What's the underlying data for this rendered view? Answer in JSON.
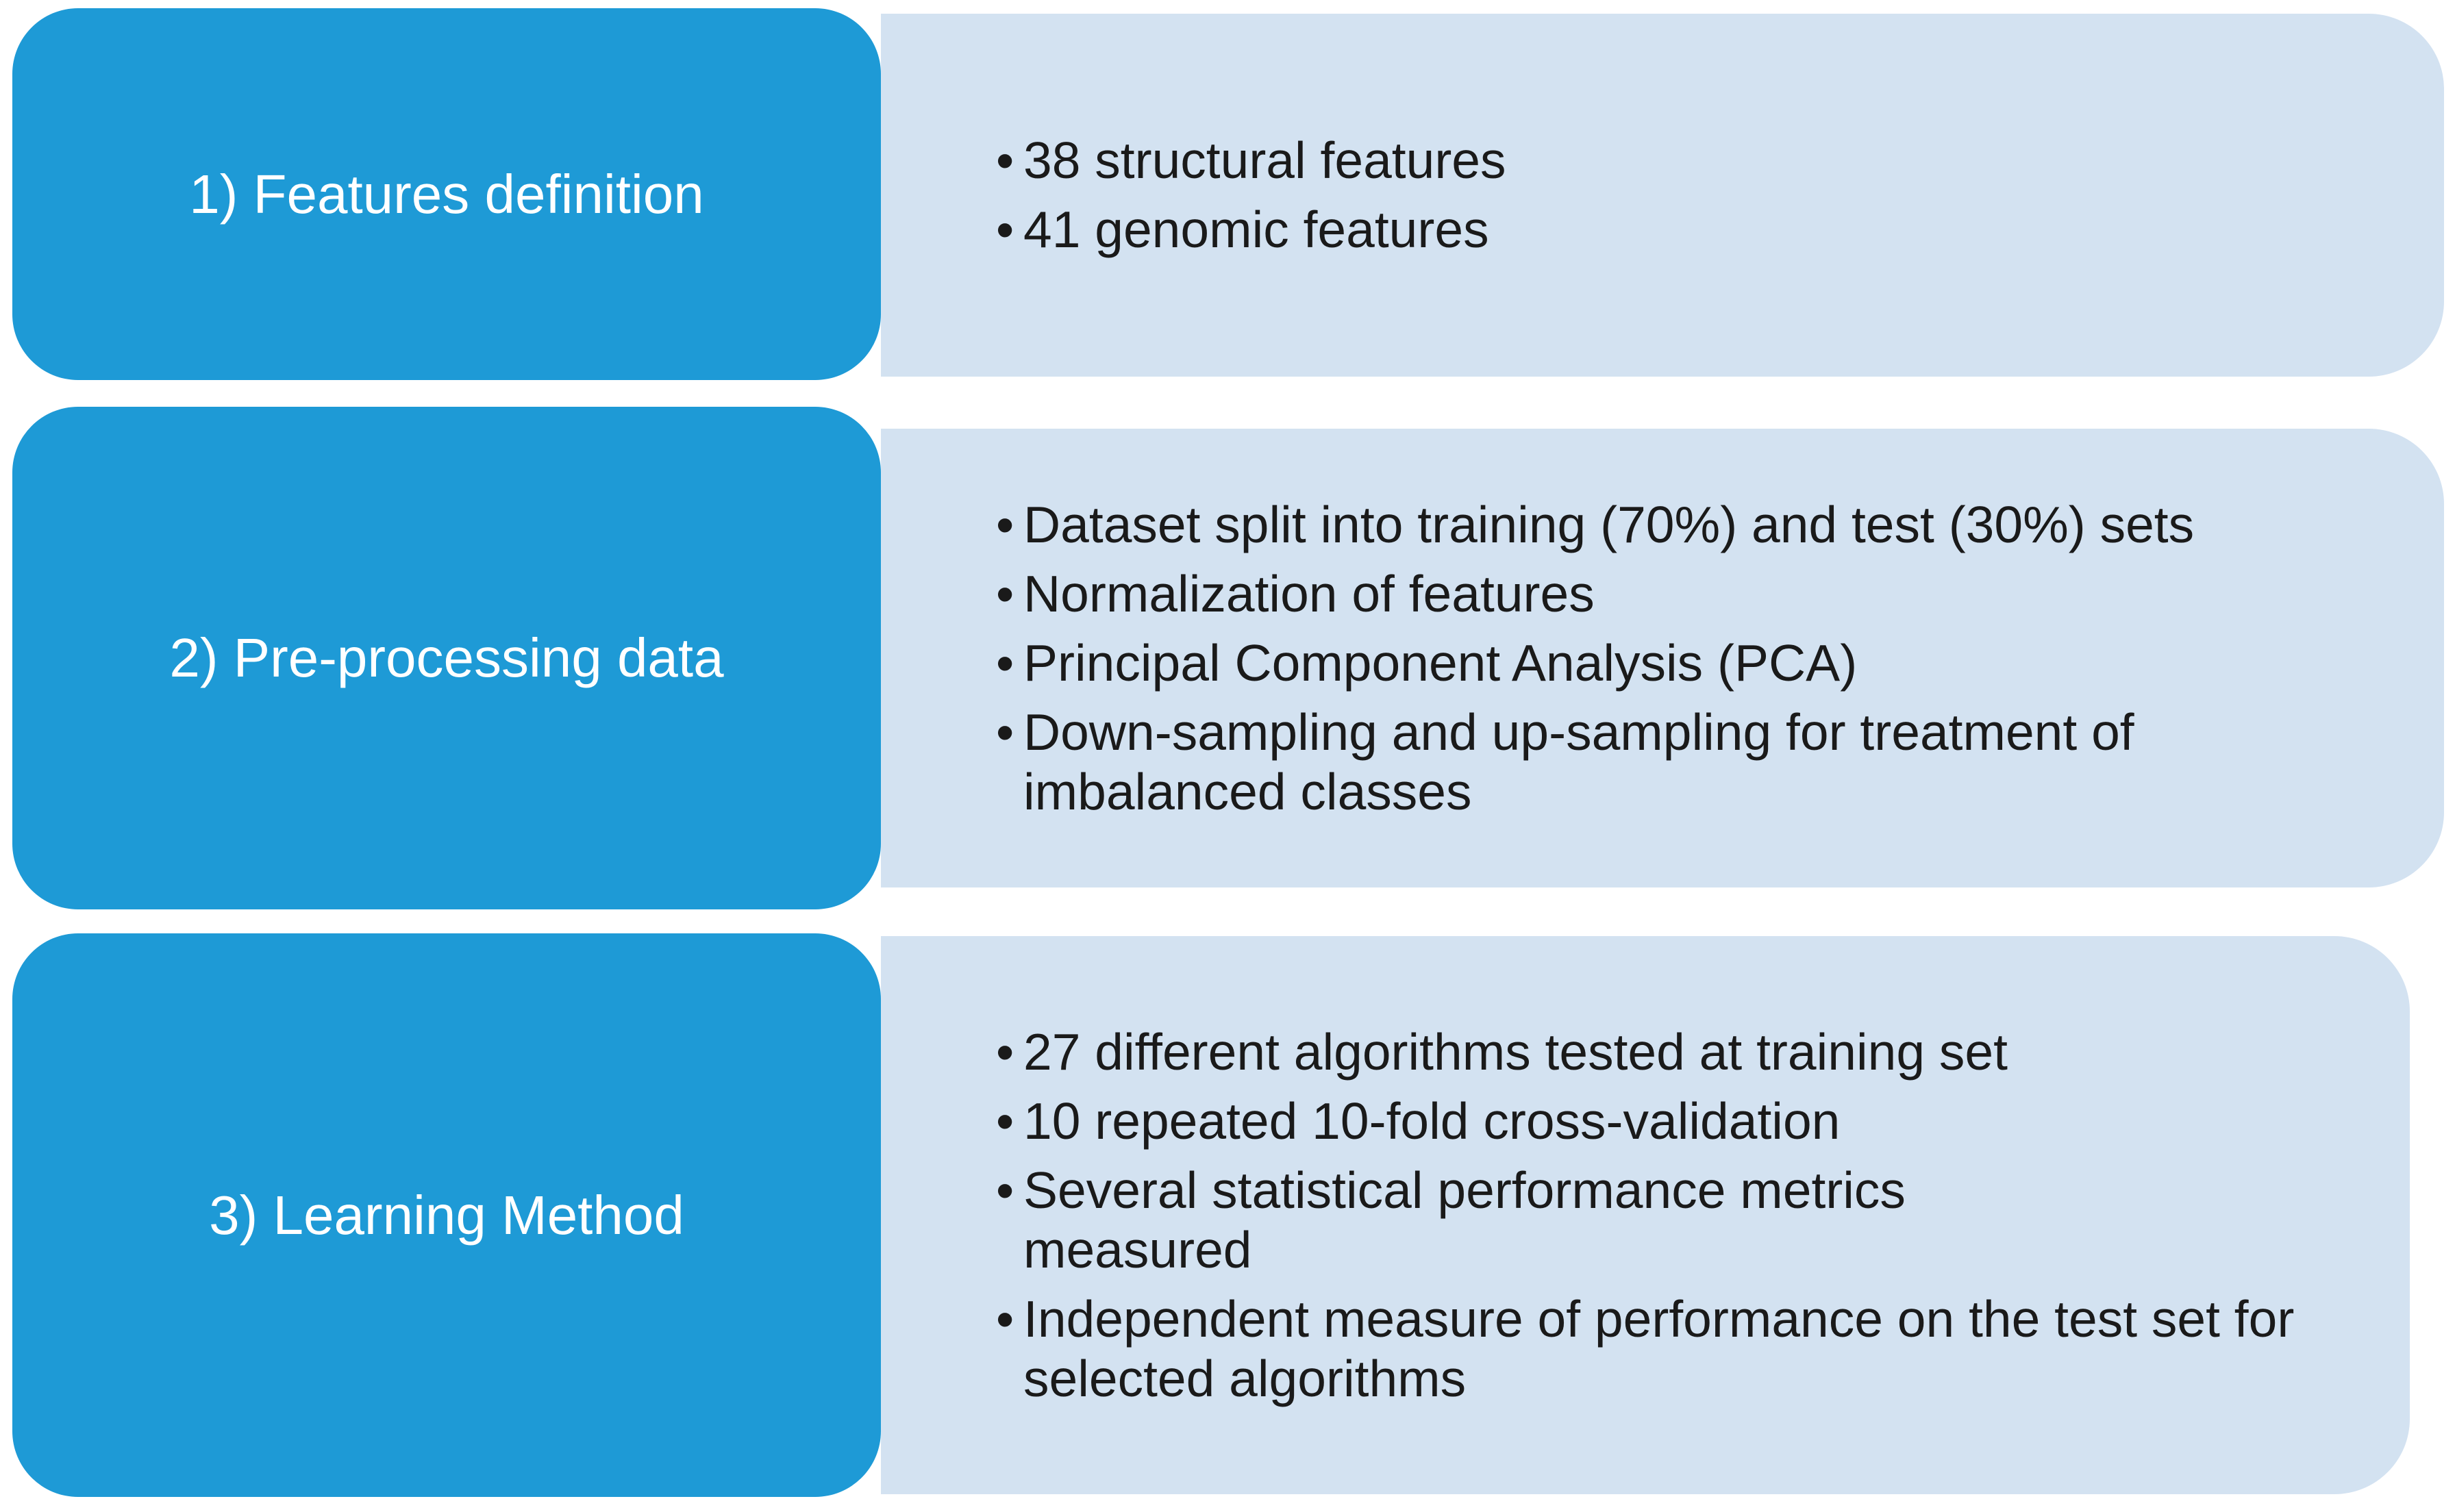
{
  "colors": {
    "step_box": "#1e9ad6",
    "detail_box": "#d3e2f1",
    "step_text": "#ffffff",
    "detail_text": "#1a1a1a"
  },
  "bullet_symbol": "•",
  "steps": [
    {
      "label": "1) Features definition",
      "details": [
        "38 structural features",
        "41 genomic features"
      ]
    },
    {
      "label": "2) Pre-processing data",
      "details": [
        "Dataset split into training (70%) and test (30%) sets",
        "Normalization of features",
        "Principal Component Analysis (PCA)",
        "Down-sampling and up-sampling for treatment of imbalanced classes"
      ]
    },
    {
      "label": "3) Learning Method",
      "details": [
        "27 different algorithms tested at training set",
        "10 repeated 10-fold cross-validation",
        "Several statistical performance metrics measured",
        "Independent measure of performance on the test set for selected algorithms"
      ]
    }
  ]
}
